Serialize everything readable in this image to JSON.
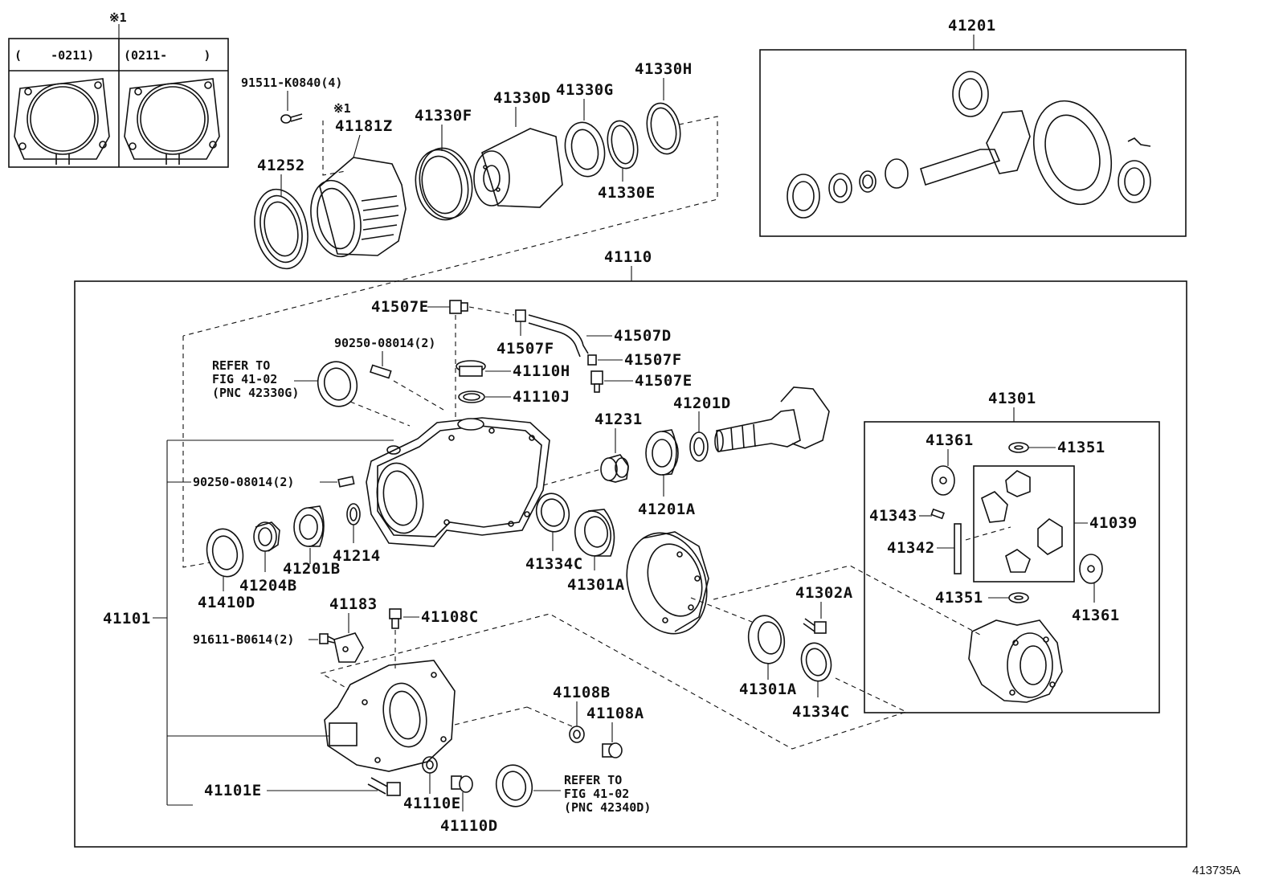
{
  "diagram": {
    "figure_id": "413735A",
    "note_mark": "※1",
    "variant_table": {
      "col1_header": "(    -0211)",
      "col2_header": "(0211-     )"
    },
    "groups": {
      "differential_carrier_kit": "41110",
      "pinion_gear_set": "41201",
      "differential_case_assy": "41301",
      "carrier_subassy": "41101",
      "diff_pinion_kit": "41039"
    },
    "parts": {
      "p91511": "91511-K0840(4)",
      "p41181z": "41181Z",
      "p41252": "41252",
      "p41330f": "41330F",
      "p41330d": "41330D",
      "p41330g": "41330G",
      "p41330h": "41330H",
      "p41330e": "41330E",
      "p41507e_top": "41507E",
      "p41507f_left": "41507F",
      "p41507d": "41507D",
      "p41507f_right": "41507F",
      "p41507e_right": "41507E",
      "p90250_top": "90250-08014(2)",
      "p41110h": "41110H",
      "p41110j": "41110J",
      "p41231": "41231",
      "p41201d": "41201D",
      "p41201a": "41201A",
      "p90250_mid": "90250-08014(2)",
      "p41334c_left": "41334C",
      "p41301a_left": "41301A",
      "p41214": "41214",
      "p41201b": "41201B",
      "p41204b": "41204B",
      "p41410d": "41410D",
      "p41183": "41183",
      "p41108c": "41108C",
      "p91611": "91611-B0614(2)",
      "p41302a": "41302A",
      "p41301a_right": "41301A",
      "p41334c_right": "41334C",
      "p41108b": "41108B",
      "p41108a": "41108A",
      "p41101e": "41101E",
      "p41110e": "41110E",
      "p41110d": "41110D",
      "p41361_top": "41361",
      "p41351_top": "41351",
      "p41343": "41343",
      "p41342": "41342",
      "p41351_bottom": "41351",
      "p41361_bottom": "41361"
    },
    "refer_upper": {
      "line1": "REFER TO",
      "line2": "FIG 41-02",
      "line3": "(PNC 42330G)"
    },
    "refer_lower": {
      "line1": "REFER TO",
      "line2": "FIG 41-02",
      "line3": "(PNC 42340D)"
    }
  }
}
